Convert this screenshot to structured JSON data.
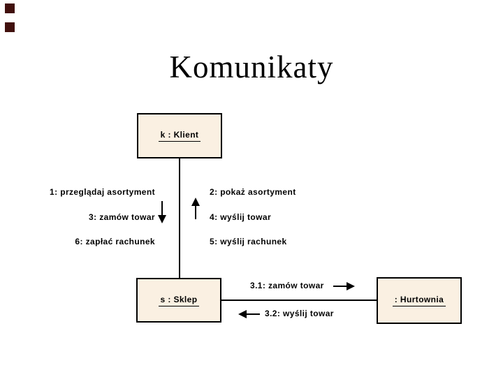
{
  "title": "Komunikaty",
  "diagram": {
    "objects": {
      "klient": {
        "label": "k : Klient"
      },
      "sklep": {
        "label": "s : Sklep"
      },
      "hurtownia": {
        "label": ": Hurtownia"
      }
    },
    "messages": {
      "left": [
        {
          "label": "1: przeglądaj asortyment"
        },
        {
          "label": "3: zamów towar",
          "arrow": "down"
        },
        {
          "label": "6: zapłać rachunek"
        }
      ],
      "right": [
        {
          "label": "2: pokaż asortyment",
          "arrow": "up"
        },
        {
          "label": "4: wyślij towar"
        },
        {
          "label": "5: wyślij rachunek"
        }
      ],
      "sklep_hurtownia": [
        {
          "label": "3.1: zamów towar",
          "arrow": "right"
        },
        {
          "label": "3.2: wyślij towar",
          "arrow": "left"
        }
      ]
    }
  },
  "icons": {
    "arrow_down": "▼",
    "arrow_up": "▲",
    "arrow_right": "►",
    "arrow_left": "◄"
  },
  "colors": {
    "ink": "#000000",
    "box_fill": "#faf0e2",
    "background": "#ffffff",
    "decor_square": "#41100d"
  }
}
